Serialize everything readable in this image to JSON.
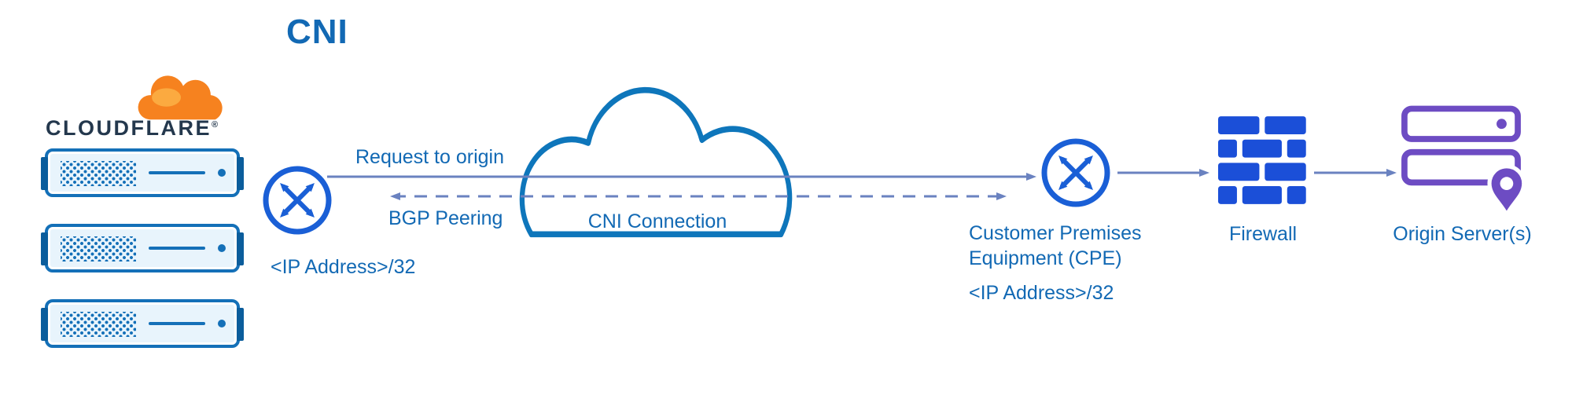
{
  "title": "CNI",
  "colors": {
    "label_blue": "#1269b4",
    "router_blue": "#1a5fd6",
    "line_blue": "#6a82c0",
    "cloud_blue": "#0e76bb",
    "firewall_blue": "#1b4fd8",
    "origin_purple": "#6d4cc3",
    "cf_orange": "#f6821f",
    "cf_orange_light": "#fbaa40",
    "server_blue": "#1470b8",
    "wordmark_navy": "#24384d"
  },
  "cloudflare": {
    "wordmark": "CLOUDFLARE",
    "registered_mark": "®"
  },
  "edge_router": {
    "ip_label": "<IP Address>/32"
  },
  "links": {
    "request_to_origin": "Request to origin",
    "bgp_peering": "BGP Peering"
  },
  "cni_cloud": {
    "label": "CNI Connection"
  },
  "cpe": {
    "label": "Customer Premises Equipment (CPE)",
    "ip_label": "<IP Address>/32"
  },
  "firewall": {
    "label": "Firewall"
  },
  "origin": {
    "label": "Origin Server(s)"
  }
}
